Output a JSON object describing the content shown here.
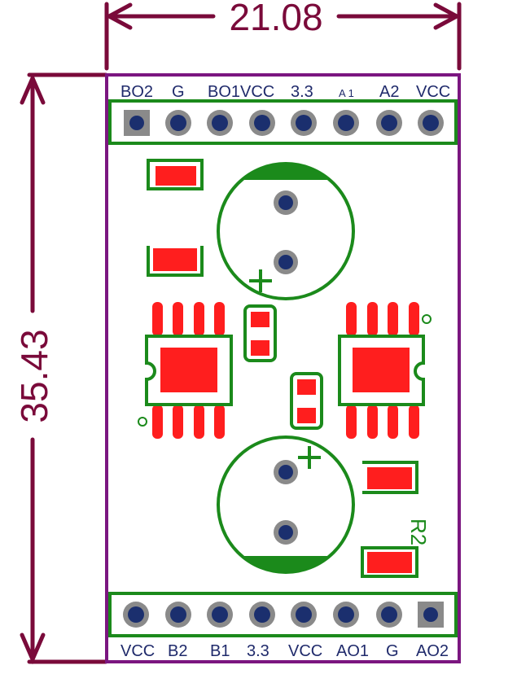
{
  "dimensions": {
    "width": "21.08",
    "height": "35.43"
  },
  "top_header": {
    "labels": [
      "BO2",
      "G",
      "BO1VCC",
      "3.3",
      "A 1",
      "A2",
      "VCC"
    ]
  },
  "bottom_header": {
    "labels": [
      "VCC",
      "B2",
      "B1",
      "3.3",
      "VCC",
      "AO1",
      "G",
      "AO2"
    ]
  },
  "reference_designators": {
    "r2": "R2"
  },
  "colors": {
    "board_outline": "#7b1680",
    "silkscreen": "#1b8a1b",
    "copper_pad": "#ff1e1e",
    "via_ring": "#8a8a8a",
    "via_core": "#1b2f6e",
    "dimension": "#7a0a3a",
    "label": "#1f2a6b"
  }
}
